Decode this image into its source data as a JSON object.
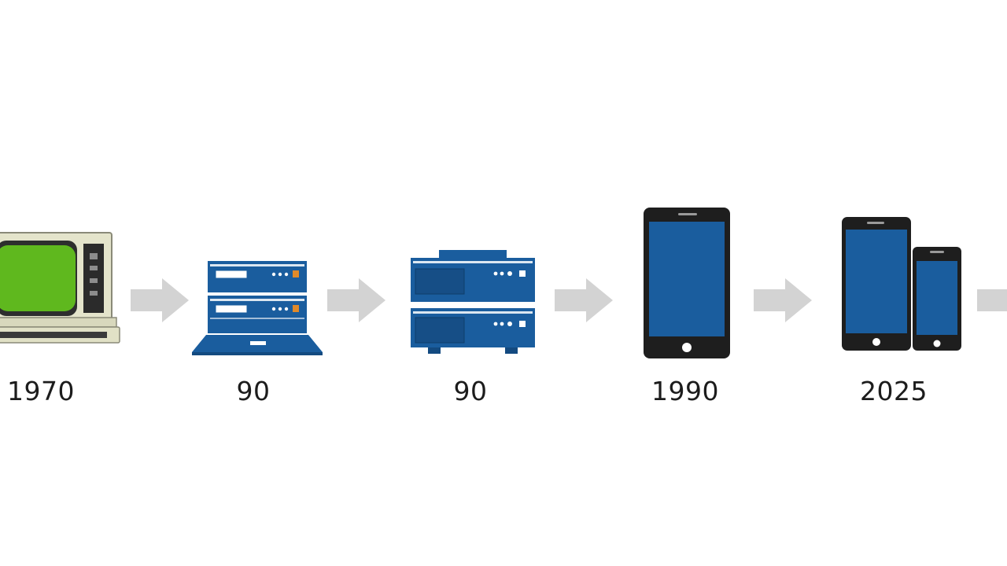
{
  "timeline": {
    "stages": [
      {
        "label": "1970",
        "device": "retro-computer"
      },
      {
        "label": "90",
        "device": "stacked-laptop"
      },
      {
        "label": "90",
        "device": "stacked-server"
      },
      {
        "label": "1990",
        "device": "smartphone"
      },
      {
        "label": "2025",
        "device": "phone-pair"
      }
    ],
    "arrow_icon": "right-arrow-icon"
  },
  "colors": {
    "device_blue": "#1a5d9e",
    "screen_green": "#66bb22",
    "arrow_gray": "#d3d3d3",
    "phone_frame": "#1e1e1e",
    "retro_case": "#e6e6cc"
  }
}
